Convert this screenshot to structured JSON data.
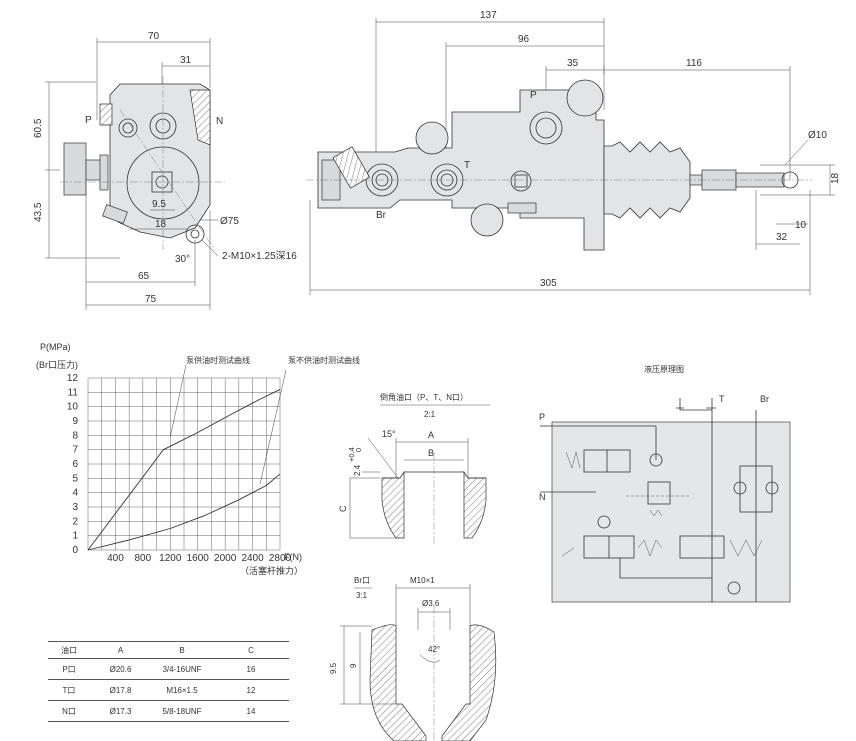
{
  "colors": {
    "line": "#333333",
    "body_fill": "#e3e4e6",
    "background": "#ffffff"
  },
  "side_view": {
    "dims": {
      "d70": "70",
      "d31": "31",
      "d60_5": "60.5",
      "d43_5": "43.5",
      "d9_5": "9.5",
      "d18": "18",
      "d65": "65",
      "d75": "75"
    },
    "labels": {
      "p": "P",
      "n": "N",
      "phi75": "Ø75",
      "angle": "30°",
      "thread": "2-M10×1.25深16"
    }
  },
  "front_view": {
    "dims": {
      "d137": "137",
      "d96": "96",
      "d35": "35",
      "d116": "116",
      "d305": "305",
      "phi10": "Ø10",
      "d18": "18",
      "d10": "10",
      "d32": "32"
    },
    "labels": {
      "p": "P",
      "t": "T",
      "br": "Br"
    }
  },
  "chart_data": {
    "type": "line",
    "title": "",
    "ylabel": "P(MPa)",
    "ylabel2": "(Br口压力)",
    "xlabel": "F(N)",
    "xlabel2": "（活塞杆推力）",
    "x_ticks": [
      "400",
      "800",
      "1200",
      "1600",
      "2000",
      "2400",
      "2800"
    ],
    "y_ticks": [
      "0",
      "1",
      "2",
      "3",
      "4",
      "5",
      "6",
      "7",
      "8",
      "9",
      "10",
      "11",
      "12"
    ],
    "xlim": [
      0,
      2800
    ],
    "ylim": [
      0,
      12
    ],
    "series": [
      {
        "name": "泵供油时测试曲线",
        "x": [
          0,
          1100,
          1600,
          2100,
          2500,
          2800
        ],
        "y": [
          0,
          7,
          8.2,
          9.5,
          10.5,
          11.2
        ]
      },
      {
        "name": "泵不供油时测试曲线",
        "x": [
          0,
          600,
          1200,
          1700,
          2200,
          2600,
          2800
        ],
        "y": [
          0,
          0.7,
          1.5,
          2.4,
          3.5,
          4.5,
          5.3
        ]
      }
    ]
  },
  "detail_chamfer": {
    "title": "倒角油口（P、T、N口）",
    "scale": "2:1",
    "angle": "15°",
    "a": "A",
    "b": "B",
    "c": "C",
    "depth": "2.4",
    "tol_upper": "+0.4",
    "tol_lower": "0"
  },
  "detail_br": {
    "title": "Br口",
    "scale": "3:1",
    "thread": "M10×1",
    "phi": "Ø3.6",
    "angle": "42°",
    "d9_5": "9.5",
    "d9": "9"
  },
  "hydraulic": {
    "title": "液压原理图",
    "p": "P",
    "t": "T",
    "br": "Br",
    "n": "N"
  },
  "port_table": {
    "headers": [
      "油口",
      "A",
      "B",
      "C"
    ],
    "rows": [
      [
        "P口",
        "Ø20.6",
        "3/4-16UNF",
        "16"
      ],
      [
        "T口",
        "Ø17.8",
        "M16×1.5",
        "12"
      ],
      [
        "N口",
        "Ø17.3",
        "5/8-18UNF",
        "14"
      ]
    ]
  }
}
